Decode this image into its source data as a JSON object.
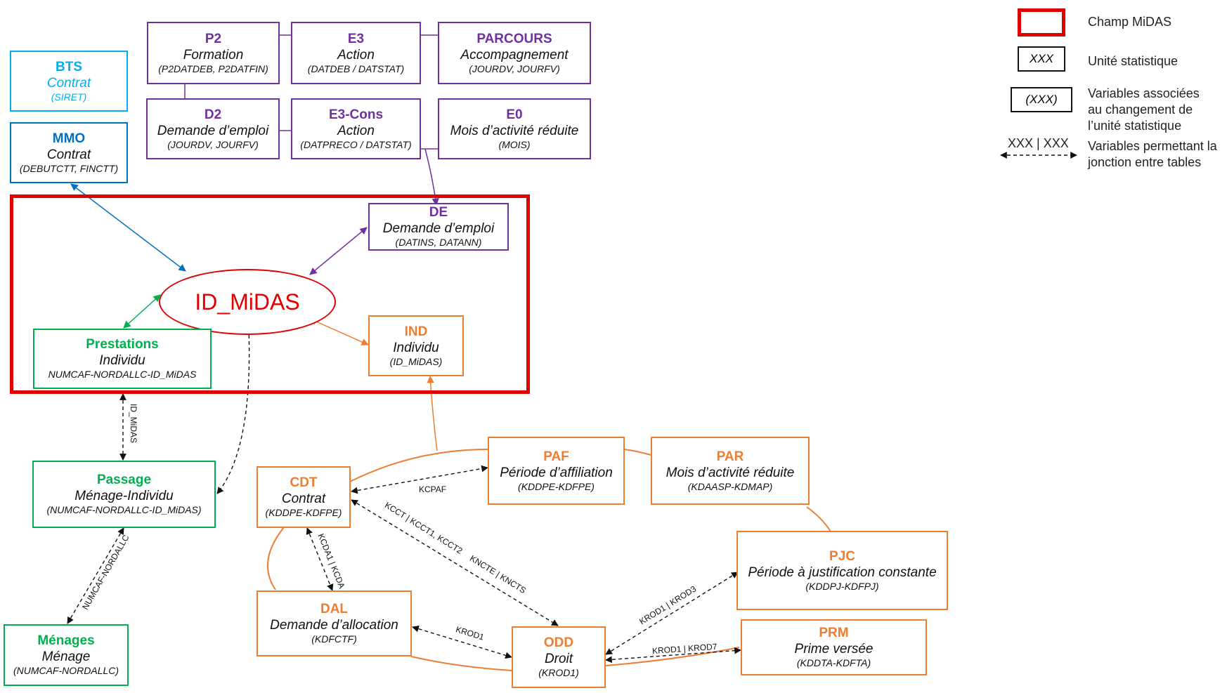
{
  "colors": {
    "purple": "#7030a0",
    "light_blue": "#00b0f0",
    "dark_blue": "#0070c0",
    "green": "#00b050",
    "orange": "#ed7d31",
    "red": "#e00000"
  },
  "center": {
    "label": "ID_MiDAS"
  },
  "boxes": {
    "p2": {
      "title": "P2",
      "subtitle": "Formation",
      "vars": "(P2DATDEB, P2DATFIN)"
    },
    "e3": {
      "title": "E3",
      "subtitle": "Action",
      "vars": "(DATDEB / DATSTAT)"
    },
    "parcours": {
      "title": "PARCOURS",
      "subtitle": "Accompagnement",
      "vars": "(JOURDV, JOURFV)"
    },
    "d2": {
      "title": "D2",
      "subtitle": "Demande d’emploi",
      "vars": "(JOURDV, JOURFV)"
    },
    "e3cons": {
      "title": "E3-Cons",
      "subtitle": "Action",
      "vars": "(DATPRECO / DATSTAT)"
    },
    "e0": {
      "title": "E0",
      "subtitle": "Mois d’activité réduite",
      "vars": "(MOIS)"
    },
    "bts": {
      "title": "BTS",
      "subtitle": "Contrat",
      "vars": "(SIRET)"
    },
    "mmo": {
      "title": "MMO",
      "subtitle": "Contrat",
      "vars": "(DEBUTCTT, FINCTT)"
    },
    "de": {
      "title": "DE",
      "subtitle": "Demande d’emploi",
      "vars": "(DATINS, DATANN)"
    },
    "prestations": {
      "title": "Prestations",
      "subtitle": "Individu",
      "vars": "NUMCAF-NORDALLC-ID_MiDAS"
    },
    "ind": {
      "title": "IND",
      "subtitle": "Individu",
      "vars": "(ID_MiDAS)"
    },
    "passage": {
      "title": "Passage",
      "subtitle": "Ménage-Individu",
      "vars": "(NUMCAF-NORDALLC-ID_MiDAS)"
    },
    "menages": {
      "title": "Ménages",
      "subtitle": "Ménage",
      "vars": "(NUMCAF-NORDALLC)"
    },
    "cdt": {
      "title": "CDT",
      "subtitle": "Contrat",
      "vars": "(KDDPE-KDFPE)"
    },
    "paf": {
      "title": "PAF",
      "subtitle": "Période d’affiliation",
      "vars": "(KDDPE-KDFPE)"
    },
    "par": {
      "title": "PAR",
      "subtitle": "Mois d’activité réduite",
      "vars": "(KDAASP-KDMAP)"
    },
    "pjc": {
      "title": "PJC",
      "subtitle": "Période à justification constante",
      "vars": "(KDDPJ-KDFPJ)"
    },
    "dal": {
      "title": "DAL",
      "subtitle": "Demande d’allocation",
      "vars": "(KDFCTF)"
    },
    "odd": {
      "title": "ODD",
      "subtitle": "Droit",
      "vars": "(KROD1)"
    },
    "prm": {
      "title": "PRM",
      "subtitle": "Prime versée",
      "vars": "(KDDTA-KDFTA)"
    }
  },
  "edge_labels": {
    "prest_passage": "ID_MiDAS",
    "passage_menages": "NUMCAF-NORDALLC",
    "cdt_paf": "KCPAF",
    "cdt_odd_a": "KCCT | KCCT1, KCCT2",
    "cdt_odd_b": "KNCTE | KNCTS",
    "cdt_dal": "KCDA1 | KCDA",
    "dal_odd": "KROD1",
    "odd_pjc": "KROD1 | KROD3",
    "odd_prm": "KROD1 | KROD7"
  },
  "legend": {
    "champ": "Champ MiDAS",
    "unit_box": "XXX",
    "unit": "Unité statistique",
    "vars_box": "(XXX)",
    "vars_line1": "Variables associées",
    "vars_line2": "au changement de",
    "vars_line3": "l’unité statistique",
    "join_symbol": "XXX | XXX",
    "join_line1": "Variables permettant la",
    "join_line2": "jonction entre tables"
  }
}
